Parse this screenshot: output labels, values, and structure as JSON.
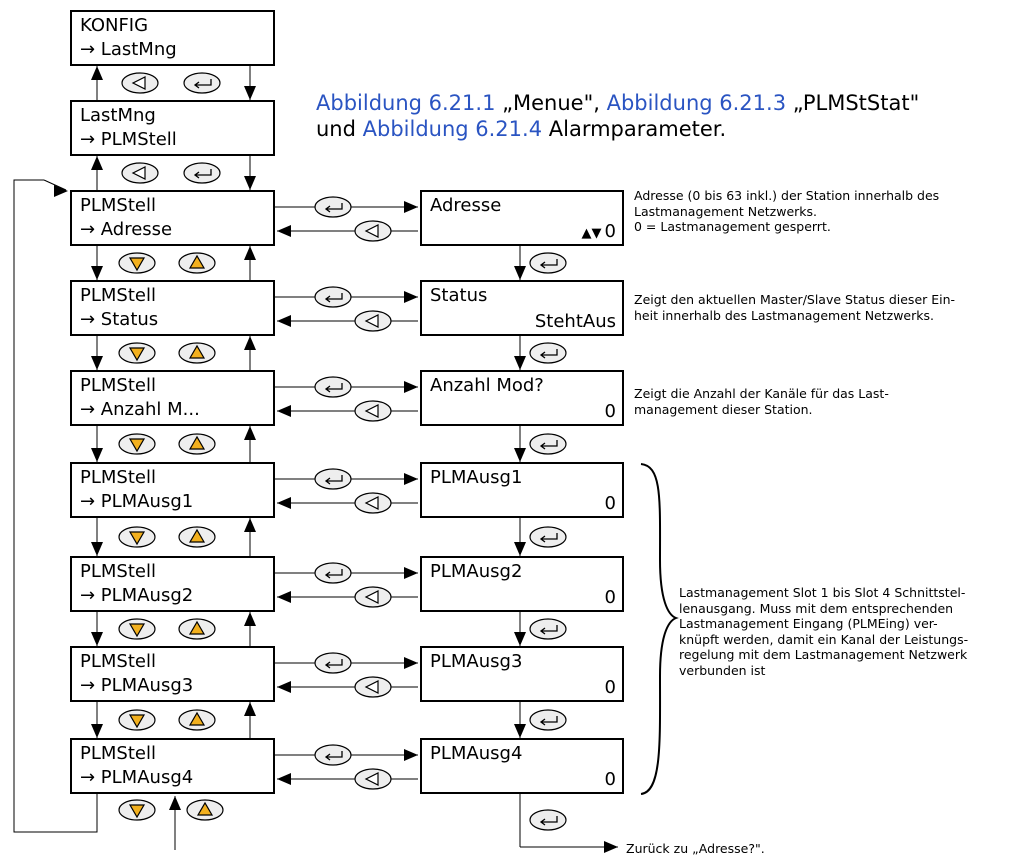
{
  "top_boxes": [
    {
      "line1": "KONFIG",
      "line2": "→ LastMng"
    },
    {
      "line1": "LastMng",
      "line2": "→ PLMStell"
    }
  ],
  "menu_boxes": [
    {
      "line1": "PLMStell",
      "line2": "→ Adresse"
    },
    {
      "line1": "PLMStell",
      "line2": "→ Status"
    },
    {
      "line1": "PLMStell",
      "line2": "→ Anzahl M..."
    },
    {
      "line1": "PLMStell",
      "line2": "→ PLMAusg1"
    },
    {
      "line1": "PLMStell",
      "line2": "→ PLMAusg2"
    },
    {
      "line1": "PLMStell",
      "line2": "→ PLMAusg3"
    },
    {
      "line1": "PLMStell",
      "line2": "→ PLMAusg4"
    }
  ],
  "param_boxes": [
    {
      "title": "Adresse",
      "value": "0",
      "updown": "▲▼"
    },
    {
      "title": "Status",
      "value": "StehtAus"
    },
    {
      "title": "Anzahl Mod?",
      "value": "0"
    },
    {
      "title": "PLMAusg1",
      "value": "0"
    },
    {
      "title": "PLMAusg2",
      "value": "0"
    },
    {
      "title": "PLMAusg3",
      "value": "0"
    },
    {
      "title": "PLMAusg4",
      "value": "0"
    }
  ],
  "reference": {
    "link1": "Abbildung 6.21.1",
    "text1": " „Menue\", ",
    "link2": "Abbildung 6.21.3",
    "text2": " „PLMStStat\"",
    "text3": "und ",
    "link3": "Abbildung 6.21.4",
    "text4": " Alarmparameter."
  },
  "notes": {
    "adresse": [
      "Adresse (0 bis 63 inkl.) der Station innerhalb des",
      "Lastmanagement Netzwerks.",
      "0 = Lastmanagement gesperrt."
    ],
    "status": [
      "Zeigt den aktuellen Master/Slave Status dieser Ein-",
      "heit innerhalb des Lastmanagement Netzwerks."
    ],
    "anzahl": [
      "Zeigt die Anzahl der Kanäle für das Last-",
      "management dieser Station."
    ],
    "slots": [
      "Lastmanagement Slot 1 bis Slot 4 Schnittstel-",
      "lenausgang. Muss mit dem entsprechenden",
      "Lastmanagement Eingang (PLMEing) ver-",
      "knüpft werden, damit ein Kanal der Leistungs-",
      "regelung mit dem Lastmanagement Netzwerk",
      "verbunden ist"
    ],
    "return": "Zurück zu „Adresse?\"."
  },
  "colors": {
    "link": "#2a54c2",
    "button_fill": "#eeeeee",
    "arrow_key_fill": "#f2b01e"
  }
}
